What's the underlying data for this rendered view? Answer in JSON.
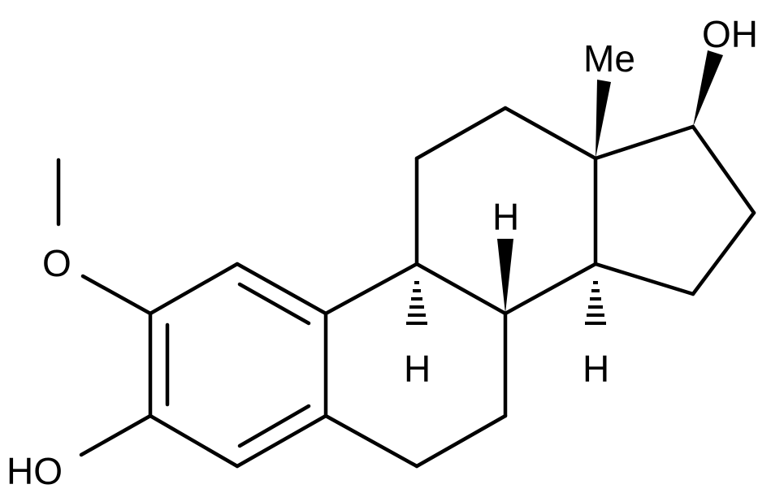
{
  "molecule": {
    "atom_labels": {
      "hydroxyl_top": "OH",
      "methyl": "Me",
      "methoxy_oxygen": "O",
      "hydroxyl_bottom": "HO",
      "hydrogen_c8": "H",
      "hydrogen_c9": "H",
      "hydrogen_c14": "H"
    },
    "stereo_bonds": {
      "c13_methyl": "wedge",
      "c17_hydroxyl": "wedge",
      "c8_hydrogen": "wedge",
      "c9_hydrogen": "hash",
      "c14_hydrogen": "hash"
    },
    "colors": {
      "ink": "#000000",
      "background": "#ffffff"
    }
  }
}
